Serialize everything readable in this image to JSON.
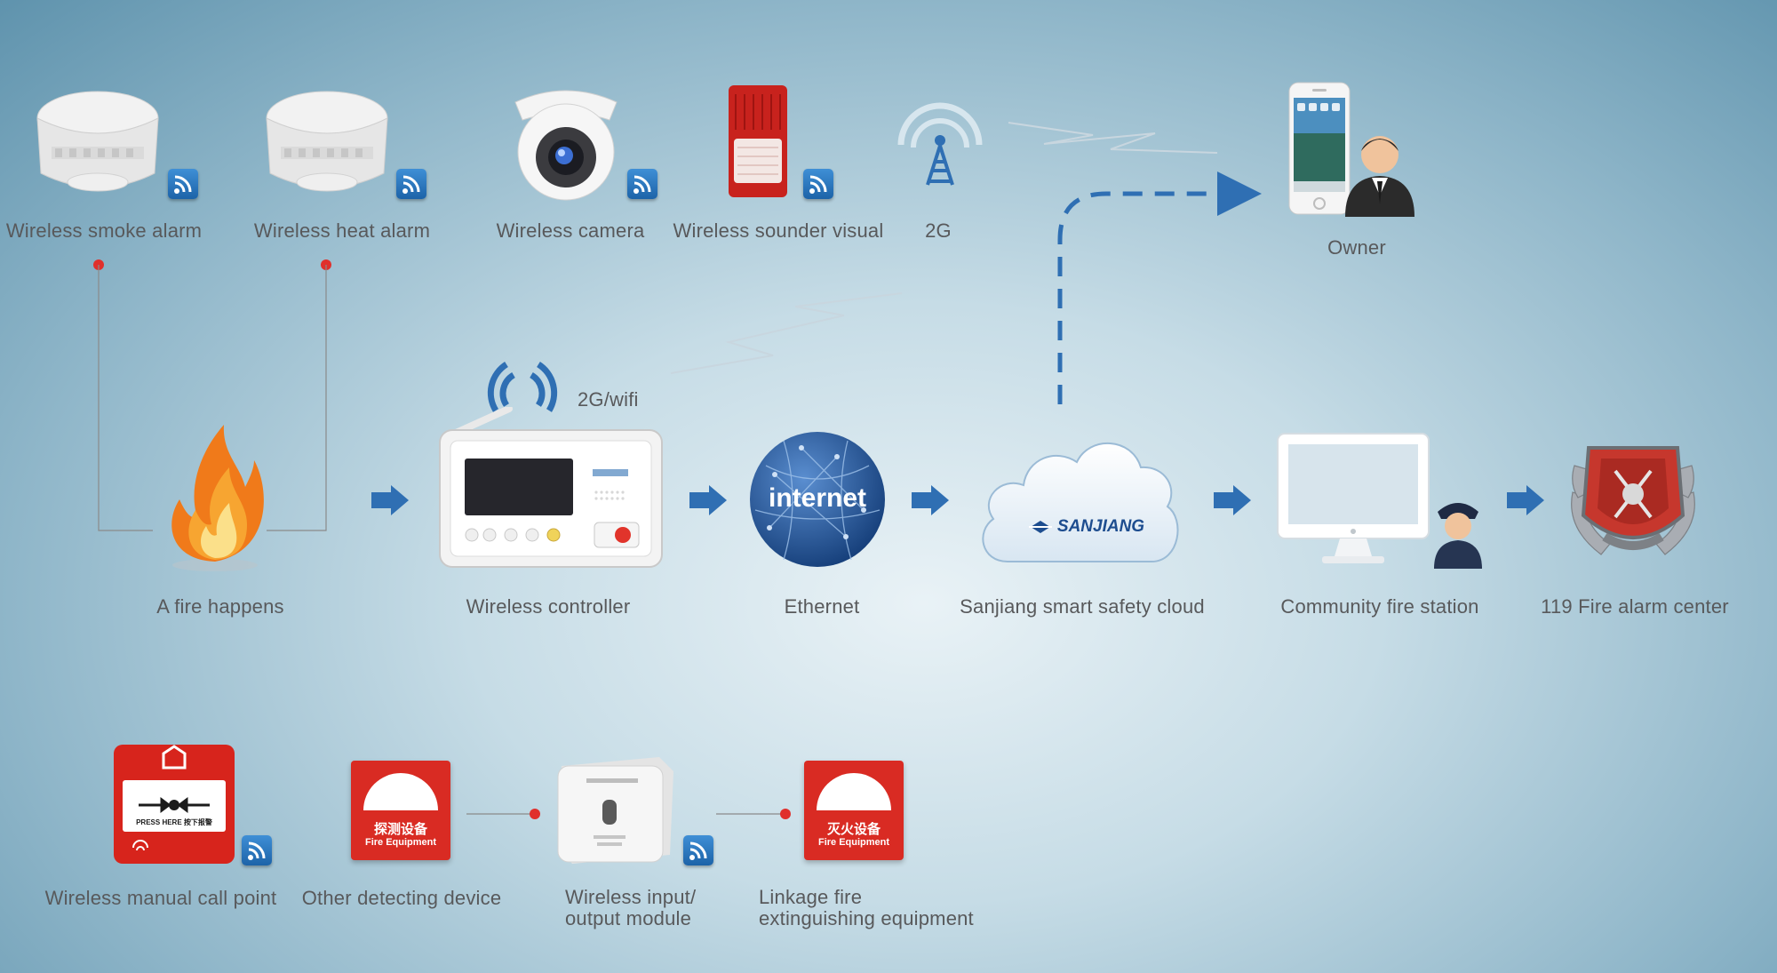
{
  "top_devices": [
    {
      "label": "Wireless smoke alarm"
    },
    {
      "label": "Wireless heat alarm"
    },
    {
      "label": "Wireless camera"
    },
    {
      "label": "Wireless sounder visual"
    },
    {
      "label": "2G"
    }
  ],
  "owner": {
    "label": "Owner"
  },
  "controller": {
    "signal_label": "2G/wifi",
    "label": "Wireless controller"
  },
  "flow": {
    "fire": "A fire happens",
    "ethernet_label": "Ethernet",
    "internet_text": "internet",
    "cloud_label": "Sanjiang smart safety cloud",
    "cloud_logo": "SANJIANG",
    "station_label": "Community fire station",
    "center_label": "119 Fire alarm center"
  },
  "bottom_devices": [
    {
      "label": "Wireless manual call point"
    },
    {
      "label": "Other detecting device",
      "sign_cn": "探测设备",
      "sign_en": "Fire Equipment"
    },
    {
      "label_line1": "Wireless input/",
      "label_line2": "output module"
    },
    {
      "label_line1": "Linkage fire",
      "label_line2": "extinguishing equipment",
      "sign_cn": "灭火设备",
      "sign_en": "Fire Equipment"
    }
  ],
  "call_point": {
    "press_text": "PRESS HERE 按下报警"
  },
  "colors": {
    "accent_blue": "#2f6fb3",
    "line_red": "#e0302c",
    "fire_red": "#d92b23"
  }
}
